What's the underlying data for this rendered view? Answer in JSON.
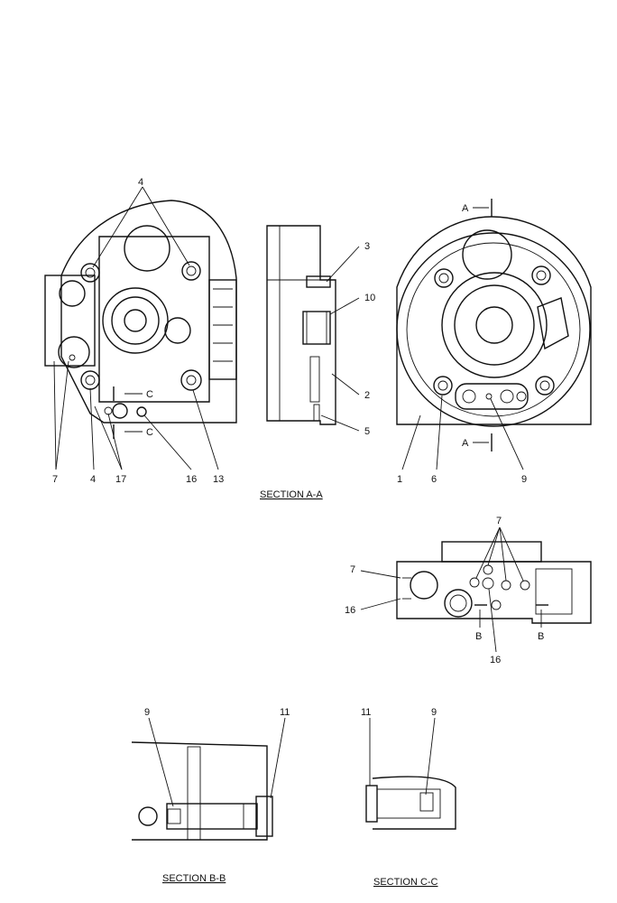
{
  "views": {
    "front": {
      "callouts": [
        "4",
        "7",
        "4",
        "17",
        "16",
        "13"
      ],
      "cut_marks": [
        "C",
        "C"
      ]
    },
    "side": {
      "callouts": [
        "3",
        "10",
        "2",
        "5"
      ]
    },
    "rear": {
      "callouts": [
        "1",
        "6",
        "9"
      ],
      "cut_marks": [
        "A",
        "A"
      ]
    },
    "plan": {
      "callouts": [
        "7",
        "7",
        "16",
        "16"
      ],
      "cut_marks": [
        "B",
        "B"
      ]
    },
    "section_bb": {
      "callouts": [
        "9",
        "11"
      ]
    },
    "section_cc": {
      "callouts": [
        "11",
        "9"
      ]
    }
  },
  "titles": {
    "section_aa": "SECTION  A-A",
    "section_bb": "SECTION  B-B",
    "section_cc": "SECTION  C-C"
  }
}
